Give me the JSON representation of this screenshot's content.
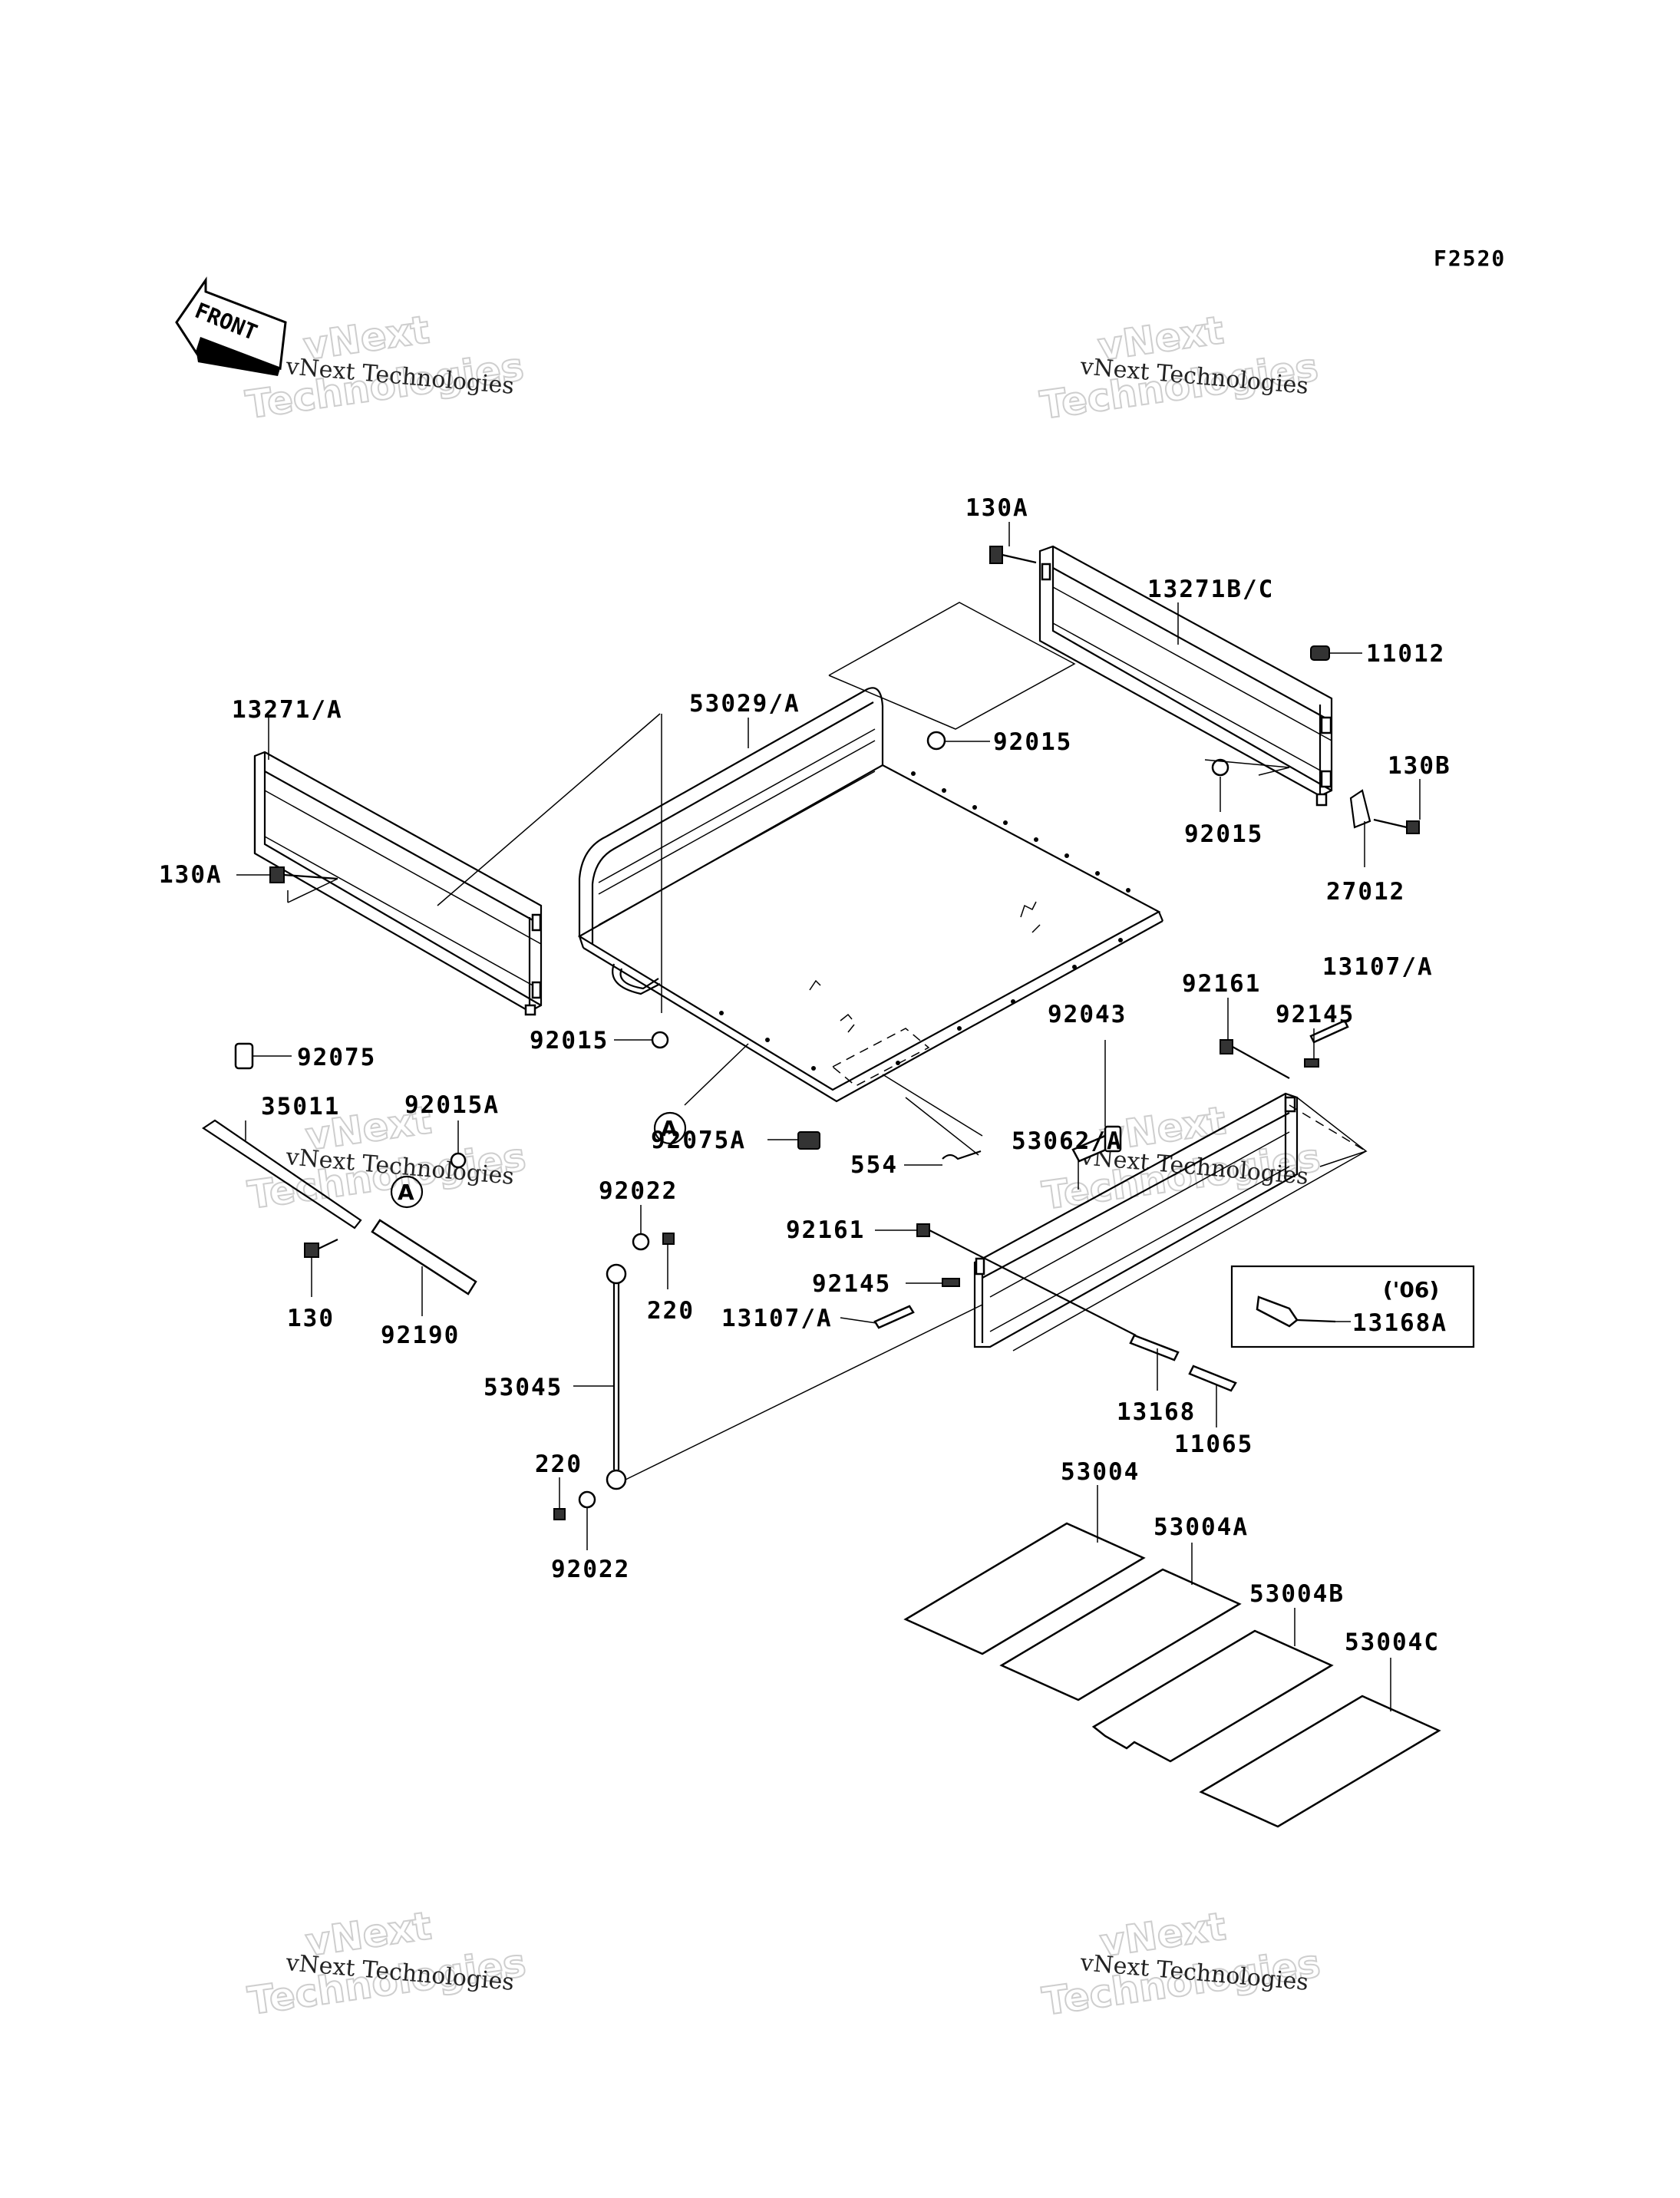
{
  "figure_code": "F2520",
  "front_arrow_label": "FRONT",
  "watermark": {
    "small": "vNext Technologies",
    "big_line1": "vNext",
    "big_line2": "Technologies"
  },
  "reference_marker": "A",
  "variant_note": "('06)",
  "parts": {
    "p130A_top": "130A",
    "p13271BC": "13271B/C",
    "p11012": "11012",
    "p53029A": "53029/A",
    "p92015_a": "92015",
    "p13271A": "13271/A",
    "p130B": "130B",
    "p92015_b": "92015",
    "p27012": "27012",
    "p130A_left": "130A",
    "p92161_a": "92161",
    "p13107A_a": "13107/A",
    "p92145_a": "92145",
    "p92043": "92043",
    "p92015_c": "92015",
    "p92075": "92075",
    "p92015A": "92015A",
    "p35011": "35011",
    "p92075A": "92075A",
    "p554": "554",
    "p53062A": "53062/A",
    "p92022_a": "92022",
    "p92161_b": "92161",
    "p92145_b": "92145",
    "p220_a": "220",
    "p13107A_b": "13107/A",
    "p13168A": "13168A",
    "p130": "130",
    "p92190": "92190",
    "p53045": "53045",
    "p13168": "13168",
    "p11065": "11065",
    "p220_b": "220",
    "p53004": "53004",
    "p92022_b": "92022",
    "p53004A": "53004A",
    "p53004B": "53004B",
    "p53004C": "53004C"
  }
}
